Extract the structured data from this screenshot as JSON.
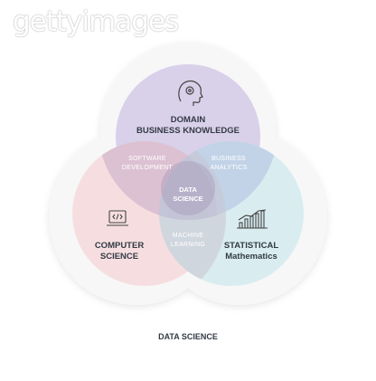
{
  "watermark": "gettyimages",
  "circles": {
    "top": {
      "line1": "DOMAIN",
      "line2": "BUSINESS KNOWLEDGE",
      "icon": "head-gear-icon"
    },
    "left": {
      "line1": "COMPUTER",
      "line2": "SCIENCE",
      "icon": "laptop-code-icon"
    },
    "right": {
      "line1": "STATISTICAL",
      "line2": "Mathematics",
      "icon": "bar-chart-trend-icon"
    }
  },
  "overlaps": {
    "top_left": {
      "line1": "SOFTWARE",
      "line2": "DEVELOPMENT"
    },
    "top_right": {
      "line1": "BUSINESS",
      "line2": "ANALYTICS"
    },
    "left_right": {
      "line1": "MACHINE",
      "line2": "LEARNING"
    },
    "center": {
      "line1": "DATA",
      "line2": "SCIENCE"
    }
  },
  "caption": "DATA SCIENCE",
  "colors": {
    "top": "#9c8fcf",
    "left": "#f2a7a7",
    "right": "#9fd6de",
    "top_fill": "#cfc4e6",
    "left_fill": "#f6d6d8",
    "right_fill": "#cfe9ee",
    "text_dark": "#333a45"
  }
}
